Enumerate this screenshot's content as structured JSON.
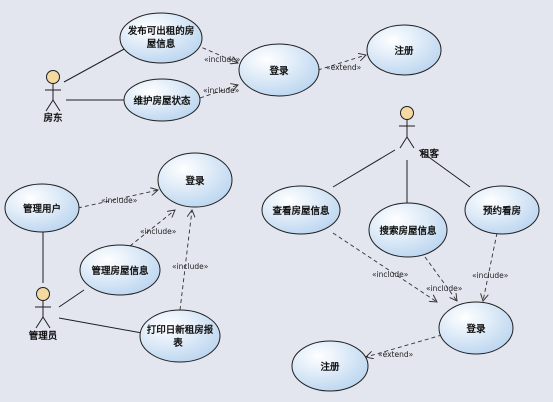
{
  "actors": {
    "landlord": "房东",
    "tenant": "租客",
    "admin": "管理员"
  },
  "use_cases": {
    "publish": [
      "发布可出租的房",
      "屋信息"
    ],
    "maintain": "维护房屋状态",
    "login_top": "登录",
    "register_top": "注册",
    "manage_users": "管理用户",
    "manage_houses": "管理房屋信息",
    "login_left": "登录",
    "print_report": [
      "打印日新租房报",
      "表"
    ],
    "view_house": "查看房屋信息",
    "search_house": "搜索房屋信息",
    "book_viewing": "预约看房",
    "login_bottom": "登录",
    "register_bottom": "注册"
  },
  "relations": {
    "include": "«include»",
    "extend": "«extend»"
  },
  "colors": {
    "background": "#e3e6ef",
    "use_case_fill_light": "#ffffff",
    "use_case_fill_dark": "#b7d3ef",
    "actor_head": "#f4d9a0"
  }
}
